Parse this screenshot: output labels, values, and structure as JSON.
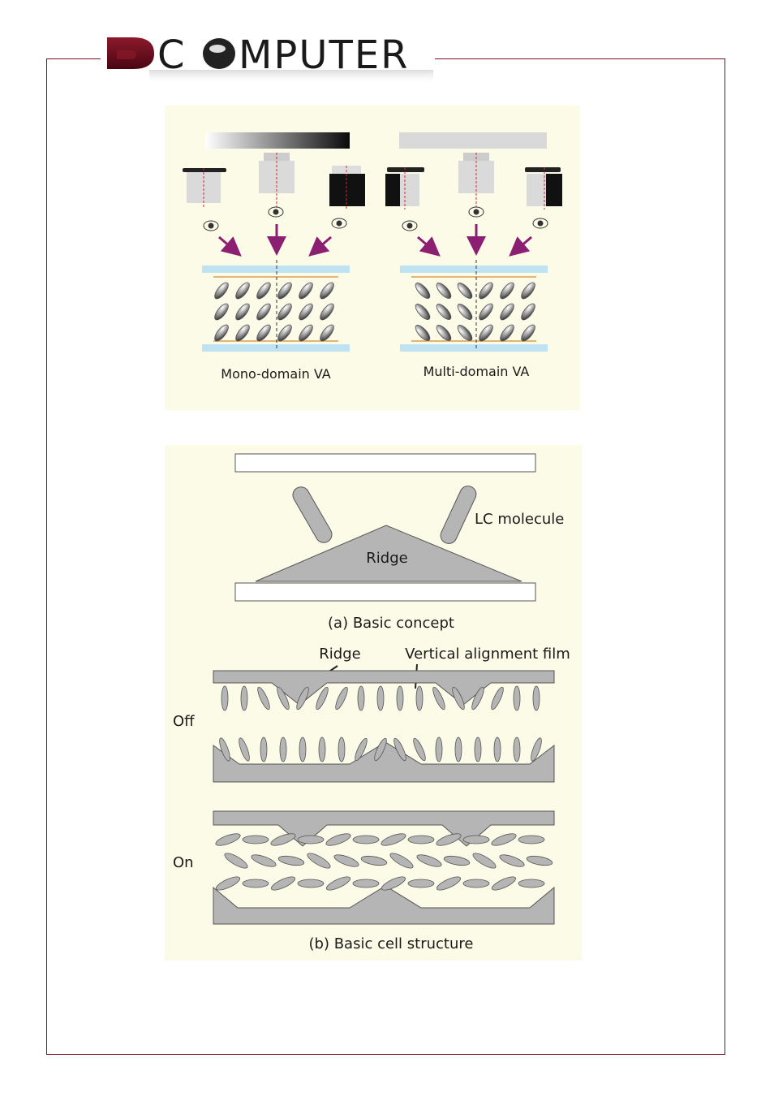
{
  "header": {
    "logo_text": "DCOMPUTER",
    "colors": {
      "frame": "#7a1020",
      "logo_d": "#6b0d1c",
      "logo_text": "#777777"
    }
  },
  "figure_va": {
    "left_label": "Mono-domain VA",
    "right_label": "Multi-domain VA",
    "colors": {
      "panel_bg": "#fcfbe7",
      "glass": "#bfe3f3",
      "electrode": "#e3b574",
      "arrow": "#8b1f72"
    }
  },
  "figure_ridge": {
    "concept": {
      "lc_label": "LC molecule",
      "ridge_label": "Ridge",
      "caption": "(a) Basic concept"
    },
    "structure": {
      "ridge_label": "Ridge",
      "film_label": "Vertical alignment film",
      "off_label": "Off",
      "on_label": "On",
      "caption": "(b) Basic cell structure"
    },
    "colors": {
      "ridge_fill": "#b5b5b5",
      "outline": "#555555"
    }
  }
}
